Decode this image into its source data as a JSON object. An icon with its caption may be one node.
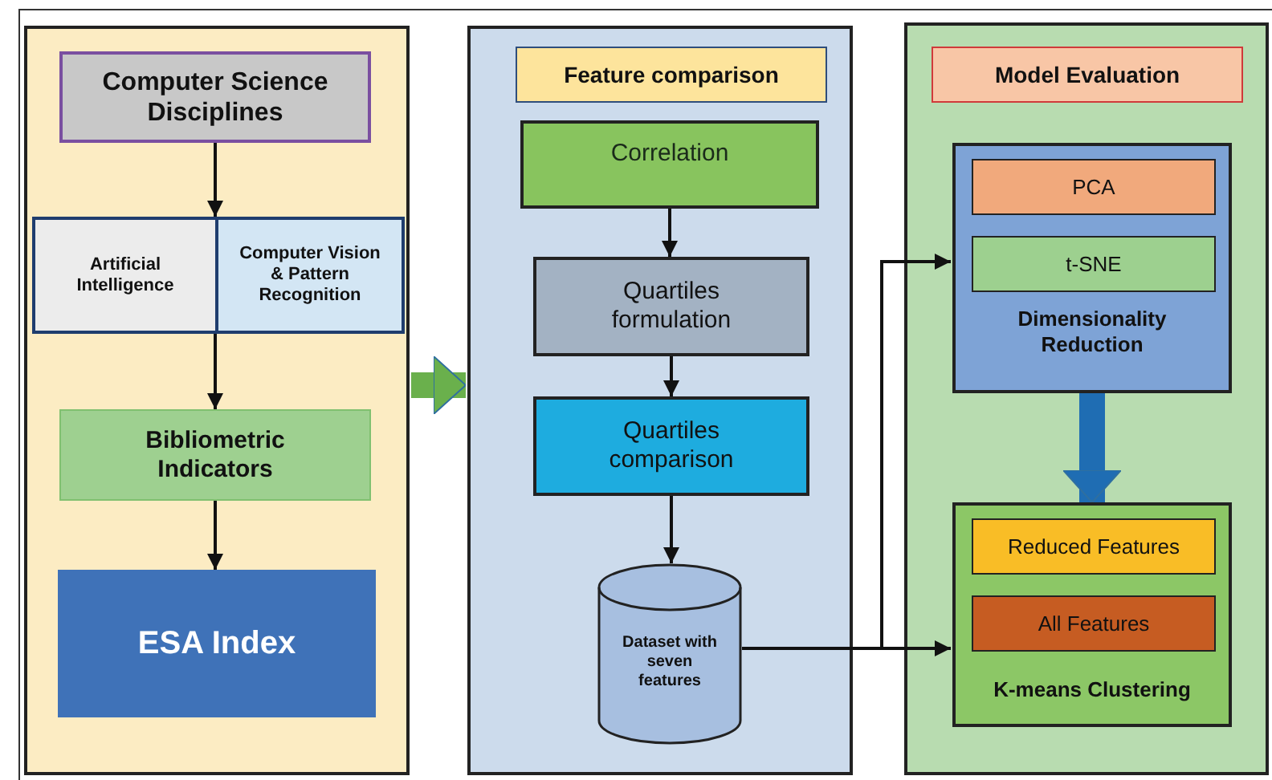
{
  "diagram": {
    "nodes": [
      {
        "text": [],
        "shape": "box"
      },
      {
        "text": [
          "Computer Science Disciplines"
        ],
        "in": 0
      },
      {
        "text": [],
        "shape": "box",
        "in": 0
      },
      {
        "text": [
          "Artificial Intelligence"
        ],
        "in": 2
      },
      {
        "text": [
          "Computer Vision & Pattern Recognition"
        ],
        "in": 2
      },
      {
        "text": [
          "Bibliometric Indicators"
        ],
        "in": 0
      },
      {
        "text": [
          "ESA Index"
        ],
        "in": 0
      },
      {
        "text": [],
        "shape": "box"
      },
      {
        "text": [
          "Feature comparison"
        ],
        "in": 7
      },
      {
        "text": [
          "Correlation"
        ],
        "in": 7
      },
      {
        "text": [
          "Quartiles formulation"
        ],
        "in": 7
      },
      {
        "text": [
          "Quartiles comparison"
        ],
        "in": 7
      },
      {
        "text": [
          "Dataset with seven features"
        ],
        "in": 7
      },
      {
        "text": [],
        "shape": "box"
      },
      {
        "text": [
          "Model Evaluation"
        ],
        "in": 13
      },
      {
        "text": [
          "Dimensionality Reduction"
        ],
        "in": 13
      },
      {
        "text": [
          "PCA"
        ],
        "in": 15
      },
      {
        "text": [
          "t-SNE"
        ],
        "in": 15
      },
      {
        "text": [
          "K-means Clustering"
        ],
        "in": 13
      },
      {
        "text": [
          "Reduced Features"
        ],
        "in": 18
      },
      {
        "text": [
          "All Features"
        ],
        "in": 18
      }
    ],
    "edges": [
      {
        "from": 1,
        "to": 2,
        "arrow": "to"
      },
      {
        "from": 2,
        "to": 5,
        "arrow": "to"
      },
      {
        "from": 5,
        "to": 6,
        "arrow": "to"
      },
      {
        "from": 0,
        "to": 7,
        "arrow": "to",
        "style": "thick",
        "color": "#6ab04c"
      },
      {
        "from": 9,
        "to": 10,
        "arrow": "to"
      },
      {
        "from": 10,
        "to": 11,
        "arrow": "to"
      },
      {
        "from": 11,
        "to": 12,
        "arrow": "to"
      },
      {
        "from": 12,
        "to": 15,
        "arrow": "to"
      },
      {
        "from": 12,
        "to": 18,
        "arrow": "to"
      },
      {
        "from": 15,
        "to": 18,
        "arrow": "to",
        "style": "thick",
        "color": "#1f6db3"
      }
    ]
  }
}
